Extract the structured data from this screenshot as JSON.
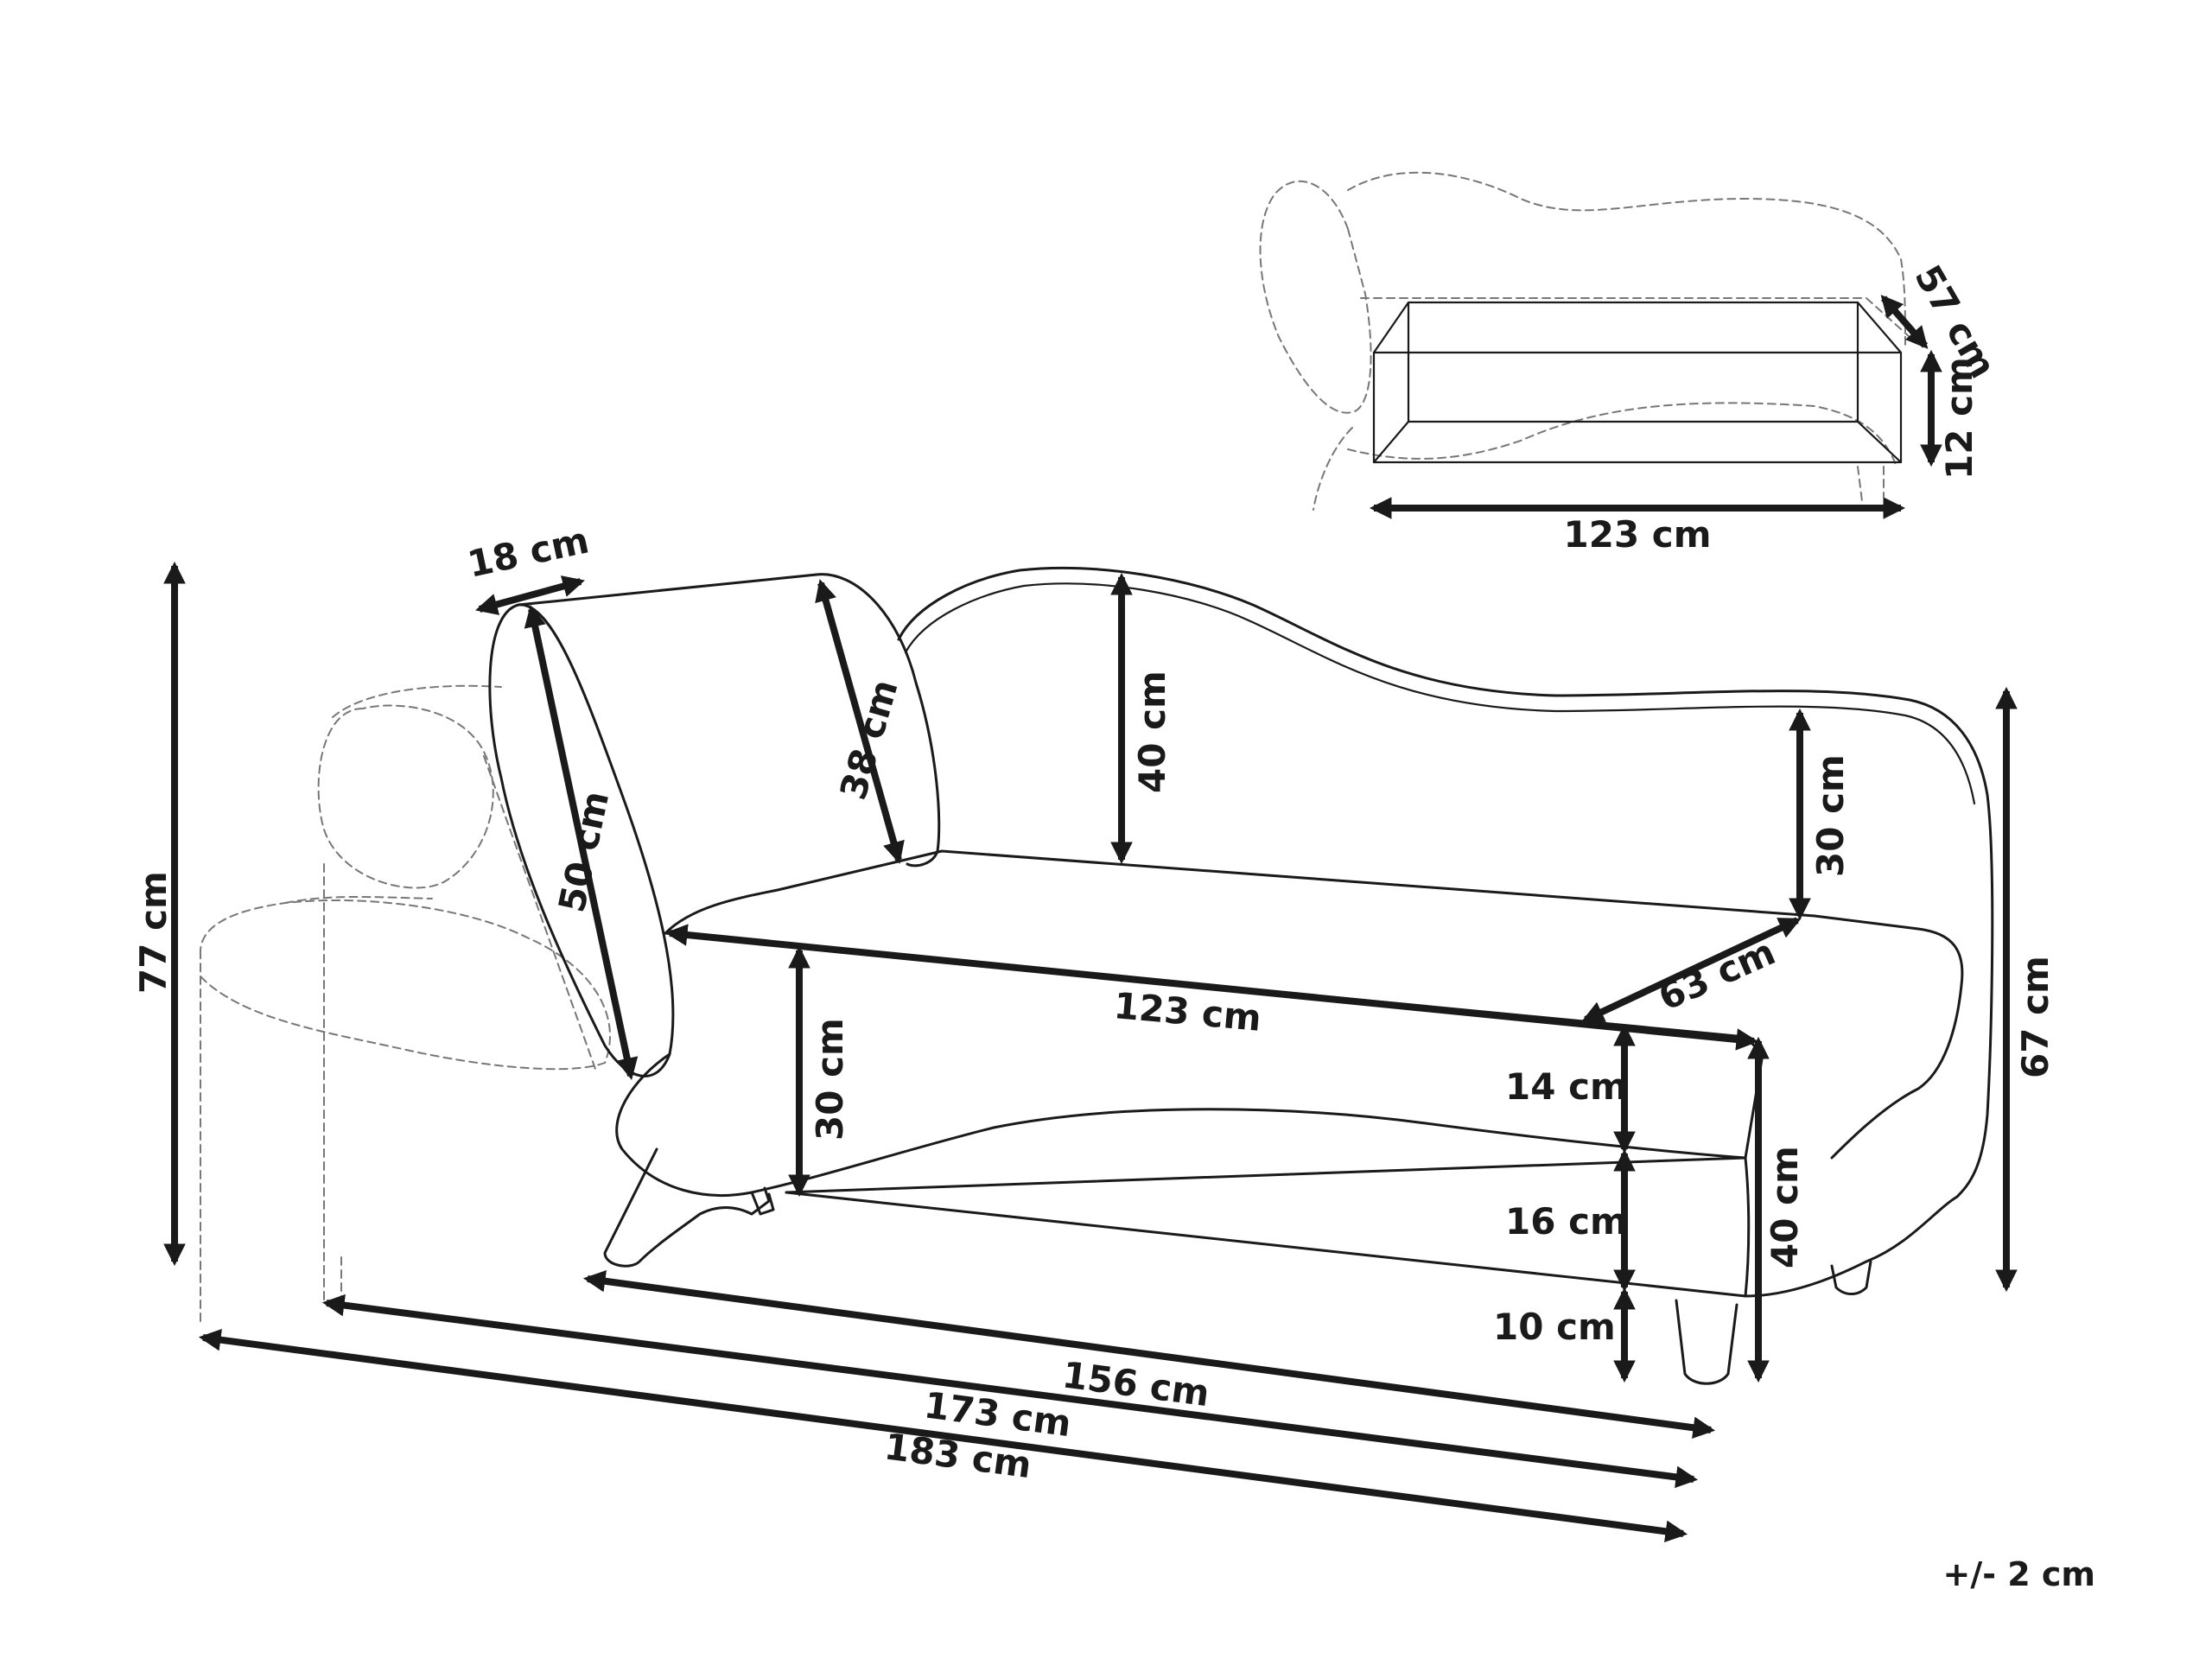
{
  "drawing": {
    "dims": {
      "pillow_depth": "18 cm",
      "pillow_length": "50 cm",
      "pillow_diameter": "38 cm",
      "arm_height": "40 cm",
      "back_height": "30 cm",
      "seat_length": "123 cm",
      "seat_depth": "63 cm",
      "front_height": "30 cm",
      "cushion_thickness": "14 cm",
      "base_height": "16 cm",
      "leg_height": "10 cm",
      "seat_height": "40 cm",
      "total_height": "77 cm",
      "back_total_height": "67 cm",
      "length_156": "156 cm",
      "length_173": "173 cm",
      "length_183": "183 cm"
    },
    "storage": {
      "depth": "57 cm",
      "height": "12 cm",
      "length": "123 cm"
    },
    "tolerance": "+/- 2 cm"
  }
}
